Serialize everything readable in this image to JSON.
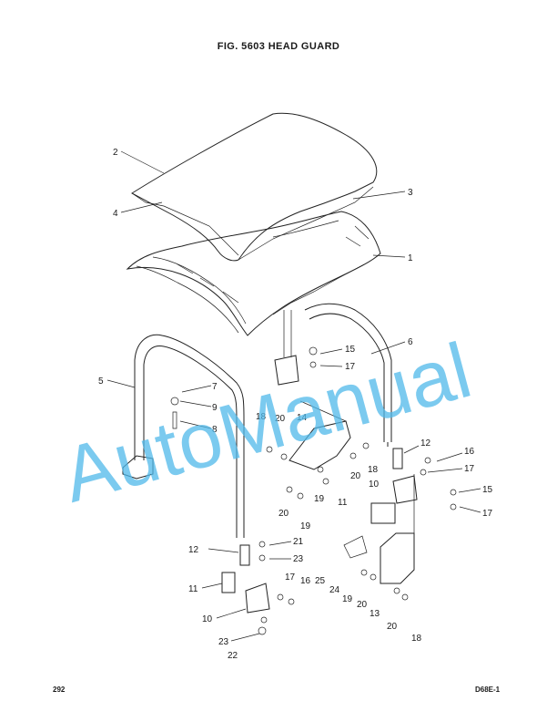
{
  "title": "FIG. 5603   HEAD  GUARD",
  "footer": {
    "page": "292",
    "model": "D68E-1"
  },
  "watermark": {
    "text": "AutoManual",
    "color": "#4fb8ea"
  },
  "callouts": [
    "2",
    "3",
    "4",
    "1",
    "6",
    "15",
    "17",
    "5",
    "7",
    "9",
    "8",
    "18",
    "20",
    "14",
    "18",
    "20",
    "12",
    "16",
    "17",
    "10",
    "15",
    "17",
    "19",
    "20",
    "19",
    "11",
    "12",
    "21",
    "23",
    "11",
    "17",
    "16",
    "25",
    "24",
    "19",
    "20",
    "13",
    "10",
    "23",
    "22",
    "20",
    "18"
  ]
}
